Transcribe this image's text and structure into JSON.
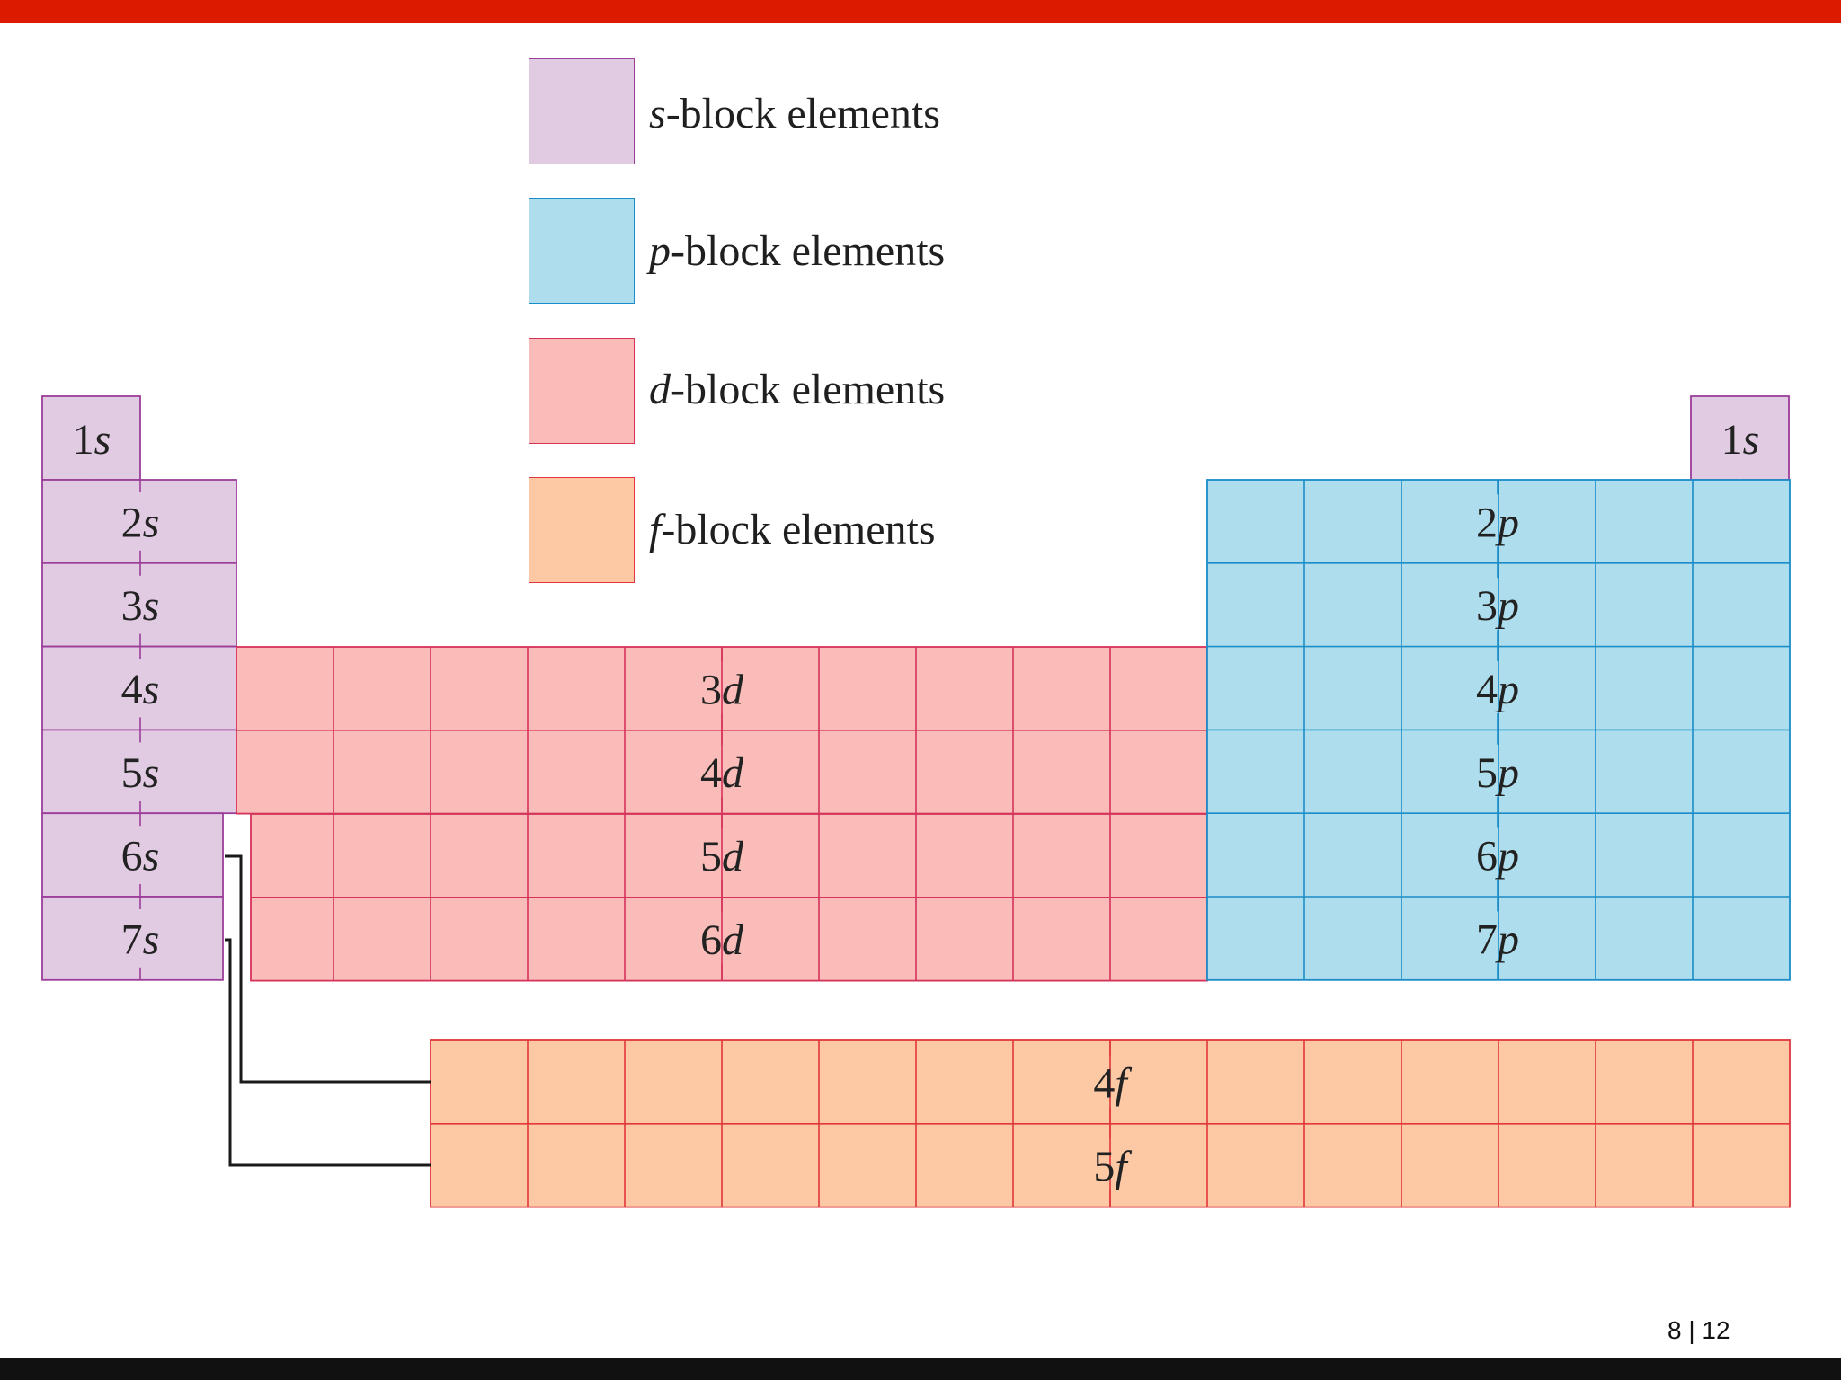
{
  "colors": {
    "top_bar": "#db1a00",
    "bottom_bar": "#111111",
    "s_fill": "#e1cbe3",
    "s_stroke": "#9b3d99",
    "p_fill": "#aedeed",
    "p_stroke": "#1a8cc7",
    "d_fill": "#f9bcb8",
    "d_stroke": "#d6335b",
    "f_fill": "#fcc9a4",
    "f_stroke": "#e0373c",
    "connector": "#1a1a1a"
  },
  "legend": [
    {
      "block": "s",
      "suffix": "-block elements"
    },
    {
      "block": "p",
      "suffix": "-block elements"
    },
    {
      "block": "d",
      "suffix": "-block elements"
    },
    {
      "block": "f",
      "suffix": "-block elements"
    }
  ],
  "diagram": {
    "s_block": {
      "first_period_labels": [
        "1s",
        "1s"
      ],
      "labels": [
        "2s",
        "3s",
        "4s",
        "5s",
        "6s",
        "7s"
      ]
    },
    "p_block": {
      "labels": [
        "2p",
        "3p",
        "4p",
        "5p",
        "6p",
        "7p"
      ]
    },
    "d_block": {
      "labels": [
        "3d",
        "4d",
        "5d",
        "6d"
      ]
    },
    "f_block": {
      "labels": [
        "4f",
        "5f"
      ]
    }
  },
  "footer": {
    "page_number": "8 | 12"
  }
}
